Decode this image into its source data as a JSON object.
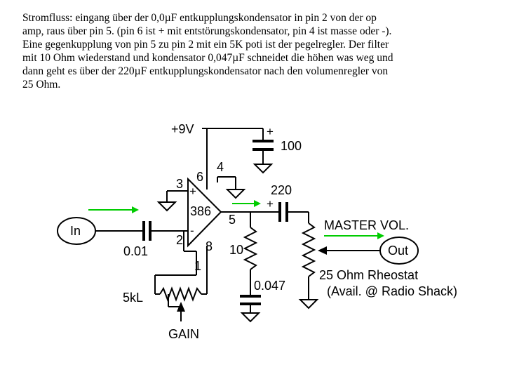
{
  "description": {
    "lines": [
      "Stromfluss: eingang über der 0,0µF entkupplungskondensator in pin 2 von der op",
      "amp, raus über pin 5. (pin 6 ist + mit entstörungskondensator, pin 4 ist masse oder -).",
      "Eine gegenkupplung von pin 5 zu pin 2 mit ein 5K poti ist der pegelregler. Der filter",
      "mit 10 Ohm wiederstand und kondensator 0,047µF schneidet die höhen was weg und",
      "dann geht es über der 220µF entkupplungskondensator nach den volumenregler von",
      "25 Ohm."
    ]
  },
  "schematic": {
    "supply": "+9V",
    "cap_supply": "100",
    "cap_supply_plus": "+",
    "ic_label": "386",
    "pins": {
      "p2": "2",
      "p3": "3",
      "p4": "4",
      "p5": "5",
      "p6": "6",
      "p8": "8",
      "p1": "1"
    },
    "ic_plus": "+",
    "ic_minus": "-",
    "input_label": "In",
    "input_cap": "0.01",
    "out_cap": "220",
    "out_cap_plus": "+",
    "resistor_10": "10",
    "cap_047": "0.047",
    "gain_pot": "5kL",
    "gain_label": "GAIN",
    "master_label": "MASTER VOL.",
    "output_label": "Out",
    "rheostat_line1": "25 Ohm Rheostat",
    "rheostat_line2": "(Avail. @ Radio Shack)"
  },
  "colors": {
    "signal_arrows": "#00cc00",
    "wires": "#000000"
  }
}
